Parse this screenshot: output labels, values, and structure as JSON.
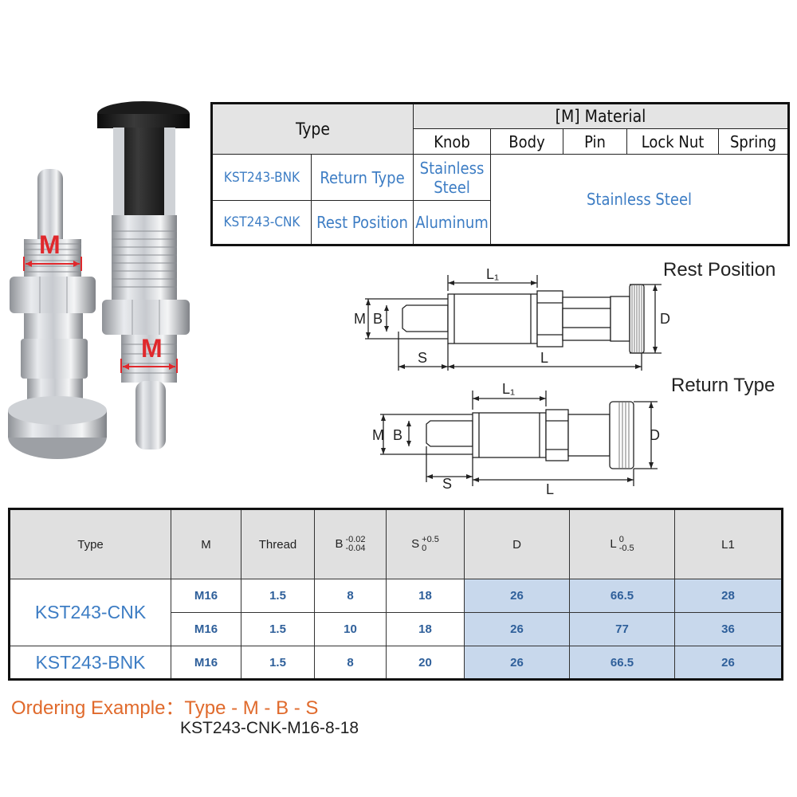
{
  "photo": {
    "label_m_left": "M",
    "label_m_right": "M"
  },
  "material_table": {
    "type_header": "Type",
    "material_header": "[M] Material",
    "columns": [
      "Knob",
      "Body",
      "Pin",
      "Lock Nut",
      "Spring"
    ],
    "rows": [
      {
        "type": "KST243-BNK",
        "desc": "Return Type",
        "knob": "Stainless Steel"
      },
      {
        "type": "KST243-CNK",
        "desc": "Rest Position",
        "knob": "Aluminum"
      }
    ],
    "shared_material": "Stainless Steel"
  },
  "diagram_rest": {
    "title": "Rest Position",
    "labels": {
      "l1": "L₁",
      "m": "M",
      "b": "B",
      "d": "D",
      "s": "S",
      "l": "L"
    }
  },
  "diagram_return": {
    "title": "Return Type",
    "labels": {
      "l1": "L₁",
      "m": "M",
      "b": "B",
      "d": "D",
      "s": "S",
      "l": "L"
    }
  },
  "spec_table": {
    "headers": {
      "type": "Type",
      "m": "M",
      "thread": "Thread",
      "b": "B",
      "b_tol_upper": "-0.02",
      "b_tol_lower": "-0.04",
      "s": "S",
      "s_tol_upper": "+0.5",
      "s_tol_lower": "0",
      "d": "D",
      "l": "L",
      "l_tol_upper": "0",
      "l_tol_lower": "-0.5",
      "l1": "L1"
    },
    "rows": [
      {
        "type": "KST243-CNK",
        "m": "M16",
        "thread": "1.5",
        "b": "8",
        "s": "18",
        "d": "26",
        "l": "66.5",
        "l1": "28"
      },
      {
        "m": "M16",
        "thread": "1.5",
        "b": "10",
        "s": "18",
        "d": "26",
        "l": "77",
        "l1": "36"
      },
      {
        "type": "KST243-BNK",
        "m": "M16",
        "thread": "1.5",
        "b": "8",
        "s": "20",
        "d": "26",
        "l": "66.5",
        "l1": "26"
      }
    ]
  },
  "ordering": {
    "title": "Ordering Example：Type - M - B - S",
    "example": "KST243-CNK-M16-8-18"
  }
}
